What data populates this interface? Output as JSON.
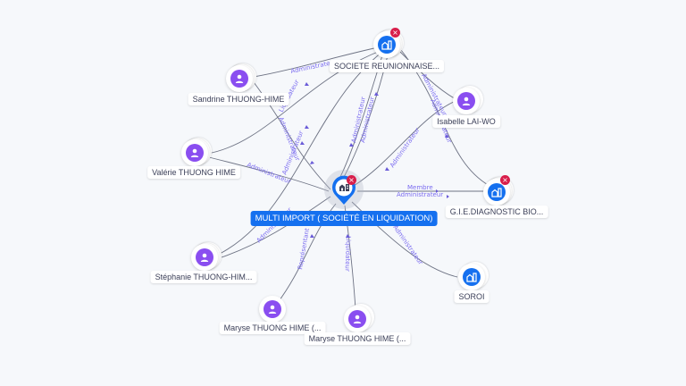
{
  "graph": {
    "center": {
      "label": "MULTI IMPORT ( SOCIÉTÉ EN LIQUIDATION)",
      "icon": "company-icon",
      "status": "closed",
      "accent": "#1570ef"
    },
    "nodes": [
      {
        "id": "societe-reunionnaise",
        "label": "SOCIETE REUNIONNAISE...",
        "type": "company",
        "closed": true
      },
      {
        "id": "sandrine",
        "label": "Sandrine THUONG-HIME",
        "type": "person"
      },
      {
        "id": "valerie",
        "label": "Valérie THUONG HIME",
        "type": "person"
      },
      {
        "id": "isabelle",
        "label": "Isabelle LAI-WO",
        "type": "person"
      },
      {
        "id": "gie-diagnostic",
        "label": "G.I.E.DIAGNOSTIC BIO...",
        "type": "company",
        "closed": true
      },
      {
        "id": "stephanie",
        "label": "Stéphanie THUONG-HIM...",
        "type": "person"
      },
      {
        "id": "soroi",
        "label": "SOROI",
        "type": "company",
        "closed": false
      },
      {
        "id": "maryse1",
        "label": "Maryse THUONG HIME (...",
        "type": "person"
      },
      {
        "id": "maryse2",
        "label": "Maryse THUONG HIME (...",
        "type": "person"
      }
    ],
    "edges": [
      {
        "from": "sandrine",
        "to": "societe-reunionnaise",
        "label": "Administrateur"
      },
      {
        "from": "valerie",
        "to": "societe-reunionnaise",
        "label": "Liquidateur"
      },
      {
        "from": "sandrine",
        "to": "center",
        "label": "Administrateur"
      },
      {
        "from": "valerie",
        "to": "center",
        "label": "Administrateur"
      },
      {
        "from": "stephanie",
        "to": "societe-reunionnaise",
        "label": "Administrateur"
      },
      {
        "from": "societe-reunionnaise",
        "to": "center",
        "label": "Administrateur"
      },
      {
        "from": "societe-reunionnaise",
        "to": "center",
        "label": "Administrateur"
      },
      {
        "from": "isabelle",
        "to": "center",
        "label": "Administrateur"
      },
      {
        "from": "isabelle",
        "to": "societe-reunionnaise",
        "label": "Administrateur"
      },
      {
        "from": "gie-diagnostic",
        "to": "societe-reunionnaise",
        "label": "Administrateur"
      },
      {
        "from": "center",
        "to": "gie-diagnostic",
        "label": "Membre"
      },
      {
        "from": "center",
        "to": "gie-diagnostic",
        "label": "Administrateur"
      },
      {
        "from": "stephanie",
        "to": "center",
        "label": "Administrateur"
      },
      {
        "from": "maryse1",
        "to": "center",
        "label": "Représentant"
      },
      {
        "from": "maryse2",
        "to": "center",
        "label": "Liquidateur"
      },
      {
        "from": "soroi",
        "to": "center",
        "label": "Administrateur"
      }
    ],
    "colors": {
      "person": "#8a4ef0",
      "company": "#1570ef",
      "closed_badge": "#d81e4b",
      "edge_label": "#7b6cf0"
    }
  }
}
